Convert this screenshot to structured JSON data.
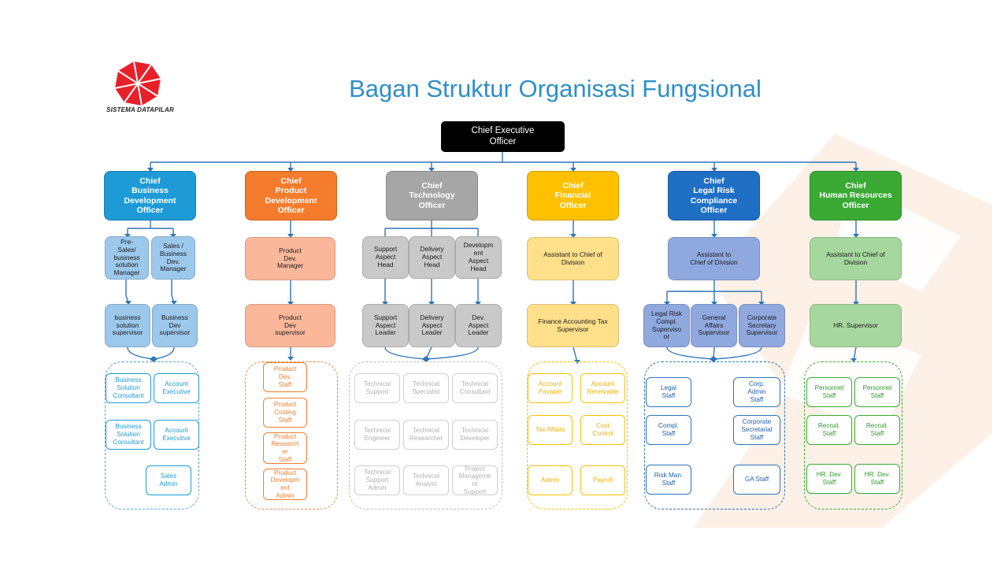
{
  "title": "Bagan Struktur Organisasi Fungsional",
  "logo_text": "SISTEMA DATAPILAR",
  "ceo": "Chief Executive\nOfficer",
  "divisions": [
    {
      "key": "bd",
      "chief": "Chief\nBusiness\nDevelopment\nOfficer",
      "color": "#1e9bd7",
      "level1": [
        "Pre-\nSales/\nbusiness\nsolution\nManager",
        "Sales /\nBusiness\nDev.\nManager"
      ],
      "level2": [
        "business\nsolution\nsupervisor",
        "Business\nDev\nsupervisor"
      ],
      "staff": [
        "Business\nSolution\nConsultant",
        "Account\nExecutive",
        "Business\nSolution\nConsultant",
        "Account\nExecutive",
        "Sales\nAdmin"
      ]
    },
    {
      "key": "pd",
      "chief": "Chief\nProduct\nDevelopment\nOfficer",
      "color": "#f47c2c",
      "level1": [
        "Product\nDev.\nManager"
      ],
      "level2": [
        "Product\nDev\nsupervisor"
      ],
      "staff": [
        "Product\nDev.\nStaff",
        "Product\nCosting\nStaff",
        "Product\nResearch\ner\nStaff",
        "Product\nDevelopm\nent\nAdmin"
      ]
    },
    {
      "key": "tech",
      "chief": "Chief\nTechnology\nOfficer",
      "color": "#a6a6a6",
      "level1": [
        "Support\nAspect\nHead",
        "Delivery\nAspect\nHead",
        "Developm\nent\nAspect\nHead"
      ],
      "level2": [
        "Support\nAspect\nLeader",
        "Delivery\nAspect\nLeader",
        "Dev.\nAspect\nLeader"
      ],
      "staff": [
        "Technical\nSupport",
        "Technical\nSpecialist",
        "Technical\nConsultant",
        "Technical\nEngineer",
        "Technical\nResearcher",
        "Technical\nDeveloper",
        "Technical\nSupport\nAdmin",
        "Technical\nAnalyst",
        "Project\nManageme\nnt\nSupport"
      ]
    },
    {
      "key": "fin",
      "chief": "Chief\nFinancial\nOfficer",
      "color": "#ffc000",
      "level1": [
        "Assistant to Chief of\nDivision"
      ],
      "level2": [
        "Finance Accounting Tax\nSupervisor"
      ],
      "staff": [
        "Account\nPayable",
        "Account\nReceivable",
        "Tax Affairs",
        "Cost\nControl",
        "Admin",
        "Payroll"
      ]
    },
    {
      "key": "legal",
      "chief": "Chief\nLegal Risk\nCompliance\nOfficer",
      "color": "#1f6fc5",
      "level1": [
        "Assistant to\nChief of Division"
      ],
      "level2": [
        "Legal Risk\nCompl.\nSuperviso\nor",
        "General\nAffairs\nSupervisor",
        "Corporate\nSecretary\nSupervisor"
      ],
      "staff": [
        "Legal\nStaff",
        "Corp.\nAdmin\nStaff",
        "Compl.\nStaff",
        "Corporate\nSecretarial\nStaff",
        "Risk Man.\nStaff",
        "GA Staff"
      ]
    },
    {
      "key": "hr",
      "chief": "Chief\nHuman Resources\nOfficer",
      "color": "#3aaa35",
      "level1": [
        "Assistant to Chief of\nDivision"
      ],
      "level2": [
        "HR. Supervisor"
      ],
      "staff": [
        "Personnel\nStaff",
        "Personnel\nStaff",
        "Recruit.\nStaff",
        "Recruit.\nStaff",
        "HR. Dev.\nStaff",
        "HR. Dev.\nStaff"
      ]
    }
  ]
}
